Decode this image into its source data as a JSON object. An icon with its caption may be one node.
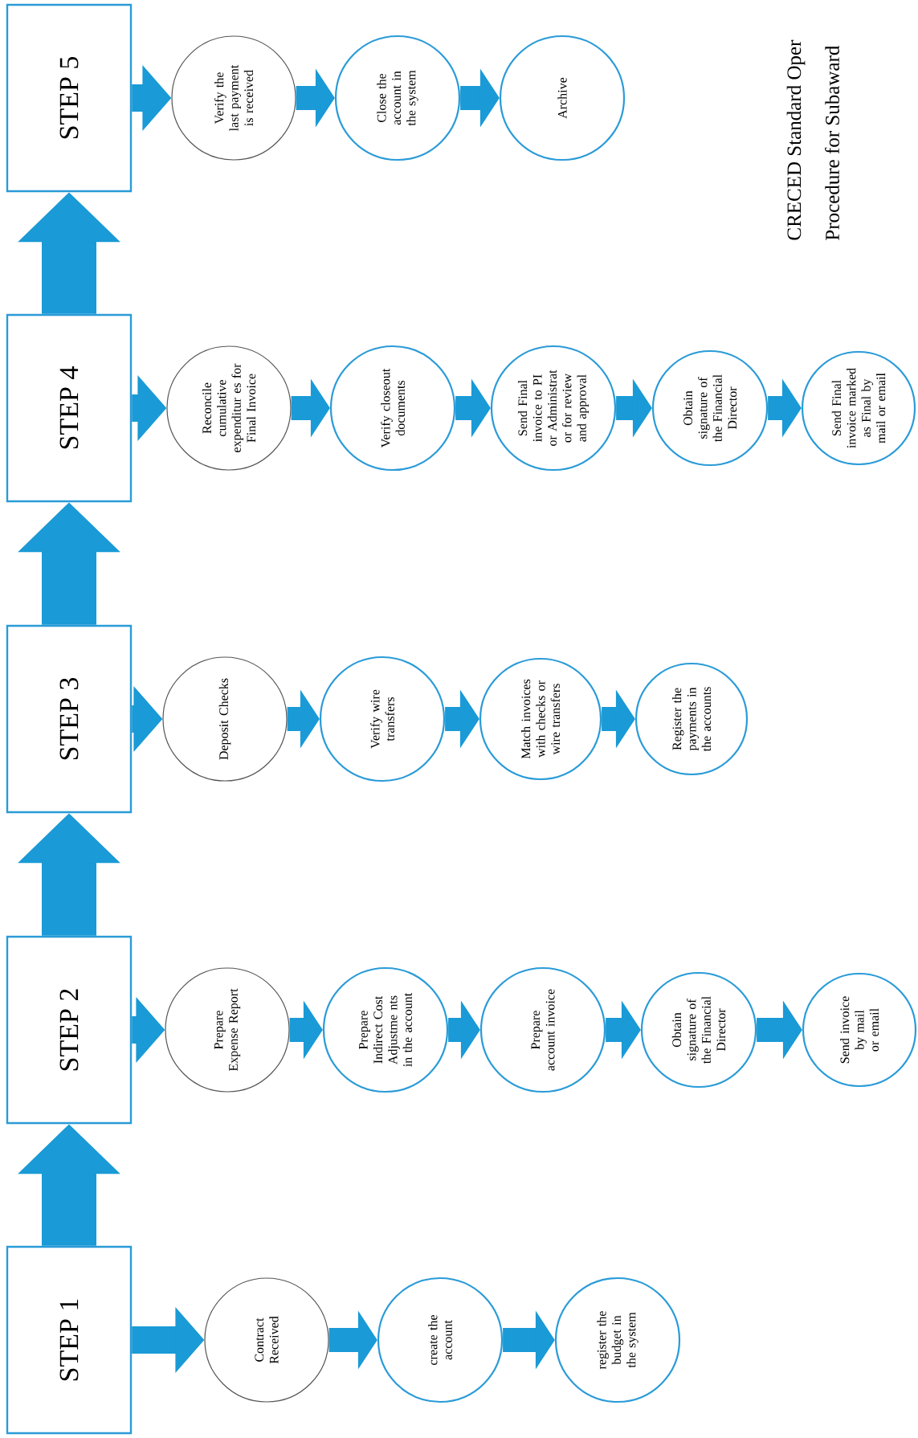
{
  "diagram": {
    "nodes": [
      {
        "text": [
          "STEP 1"
        ]
      },
      {
        "text": [
          "Contract Received"
        ]
      },
      {
        "text": [
          "create the account"
        ]
      },
      {
        "text": [
          "register the budget in the system"
        ]
      },
      {
        "text": [
          "STEP 2"
        ]
      },
      {
        "text": [
          "Prepare Expense Report"
        ]
      },
      {
        "text": [
          "Prepare Indirect Cost Adjustme nts in the account"
        ]
      },
      {
        "text": [
          "Prepare account invoice"
        ]
      },
      {
        "text": [
          "Obtain signature of the Financial Director"
        ]
      },
      {
        "text": [
          "Send invoice by mail or email"
        ]
      },
      {
        "text": [
          "STEP 3"
        ]
      },
      {
        "text": [
          "Deposit Checks"
        ]
      },
      {
        "text": [
          "Verify wire transfers"
        ]
      },
      {
        "text": [
          "Match invoices with checks or wire transfers"
        ]
      },
      {
        "text": [
          "Register the payments in the accounts"
        ]
      },
      {
        "text": [
          "STEP 4"
        ]
      },
      {
        "text": [
          "Reconcile cumulative expenditur es for Final Invoice"
        ]
      },
      {
        "text": [
          "Verify closeout documents"
        ]
      },
      {
        "text": [
          "Send Final invoice to PI or Administrat or for review and approval"
        ]
      },
      {
        "text": [
          "Obtain signature of the Financial Director"
        ]
      },
      {
        "text": [
          "Send Final invoice marked as Final by mail or email"
        ]
      },
      {
        "text": [
          "STEP 5"
        ]
      },
      {
        "text": [
          "Verify the last payment is received"
        ]
      },
      {
        "text": [
          "Close the account in the system"
        ]
      },
      {
        "text": [
          "Archive"
        ]
      }
    ],
    "edges": [
      {
        "from": 0,
        "to": 1,
        "arrow": "to"
      },
      {
        "from": 1,
        "to": 2,
        "arrow": "to"
      },
      {
        "from": 2,
        "to": 3,
        "arrow": "to"
      },
      {
        "from": 0,
        "to": 4,
        "arrow": "to",
        "style": "thick"
      },
      {
        "from": 4,
        "to": 5,
        "arrow": "to"
      },
      {
        "from": 5,
        "to": 6,
        "arrow": "to"
      },
      {
        "from": 6,
        "to": 7,
        "arrow": "to"
      },
      {
        "from": 7,
        "to": 8,
        "arrow": "to"
      },
      {
        "from": 8,
        "to": 9,
        "arrow": "to"
      },
      {
        "from": 4,
        "to": 10,
        "arrow": "to",
        "style": "thick"
      },
      {
        "from": 10,
        "to": 11,
        "arrow": "to"
      },
      {
        "from": 11,
        "to": 12,
        "arrow": "to"
      },
      {
        "from": 12,
        "to": 13,
        "arrow": "to"
      },
      {
        "from": 13,
        "to": 14,
        "arrow": "to"
      },
      {
        "from": 10,
        "to": 15,
        "arrow": "to",
        "style": "thick"
      },
      {
        "from": 15,
        "to": 16,
        "arrow": "to"
      },
      {
        "from": 16,
        "to": 17,
        "arrow": "to"
      },
      {
        "from": 17,
        "to": 18,
        "arrow": "to"
      },
      {
        "from": 18,
        "to": 19,
        "arrow": "to"
      },
      {
        "from": 19,
        "to": 20,
        "arrow": "to"
      },
      {
        "from": 15,
        "to": 21,
        "arrow": "to",
        "style": "thick"
      },
      {
        "from": 21,
        "to": 22,
        "arrow": "to"
      },
      {
        "from": 22,
        "to": 23,
        "arrow": "to"
      },
      {
        "from": 23,
        "to": 24,
        "arrow": "to"
      }
    ],
    "labels": [
      "CRECED Standard Oper",
      "Procedure for Subaward"
    ]
  }
}
